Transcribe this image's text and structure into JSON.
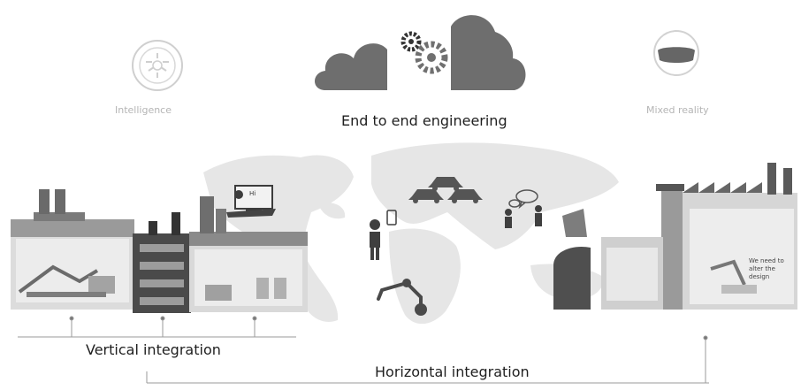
{
  "labels": {
    "intelligence": "Intelligence",
    "end_to_end": "End to end engineering",
    "mixed_reality": "Mixed reality",
    "vertical": "Vertical integration",
    "horizontal": "Horizontal integration",
    "factory_note": "We need to alter the design",
    "screen_text": "Hi"
  },
  "colors": {
    "dark_gray": "#5f5f5f",
    "mid_gray": "#8a8a8a",
    "light_gray": "#bdbdbd",
    "map_gray": "#e4e4e4",
    "faint": "#d0d0d0"
  },
  "icons": [
    "brain-circuit-icon",
    "cloud-gears-icon",
    "vr-headset-icon",
    "cars-icon",
    "person-icon",
    "smartphone-icon",
    "speech-bubble-icon",
    "robot-arm-icon",
    "factory-icon"
  ]
}
